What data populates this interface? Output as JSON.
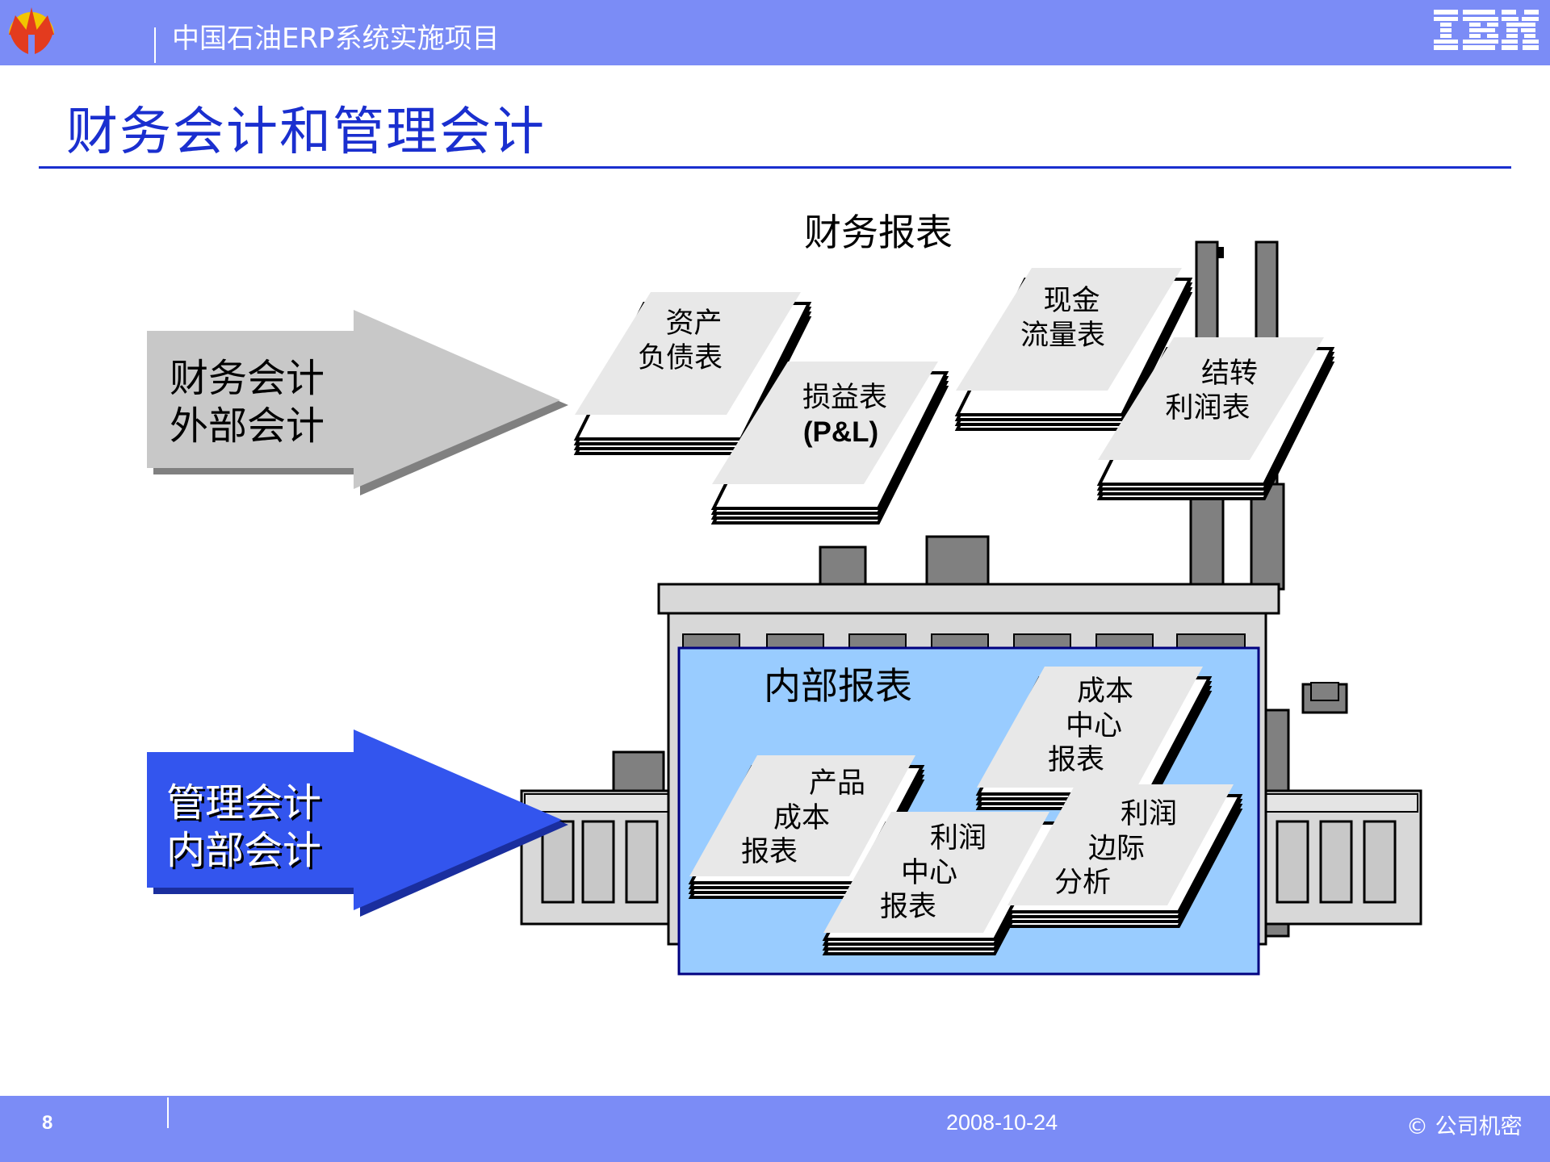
{
  "header": {
    "project_title": "中国石油ERP系统实施项目",
    "logo_left": "cnpc-logo",
    "logo_right": "ibm-logo"
  },
  "title": "财务会计和管理会计",
  "diagram": {
    "external_reports": {
      "heading": "财务报表",
      "items": [
        {
          "line1": "资产",
          "line2": "负债表"
        },
        {
          "line1": "损益表",
          "line2": "(P&L)"
        },
        {
          "line1": "现金",
          "line2": "流量表"
        },
        {
          "line1": "结转",
          "line2": "利润表"
        }
      ]
    },
    "internal_reports": {
      "heading": "内部报表",
      "items": [
        {
          "line1": "产品",
          "line2": "成本",
          "line3": "报表"
        },
        {
          "line1": "成本",
          "line2": "中心",
          "line3": "报表"
        },
        {
          "line1": "利润",
          "line2": "中心",
          "line3": "报表"
        },
        {
          "line1": "利润",
          "line2": "边际",
          "line3": "分析"
        }
      ]
    },
    "arrow_financial": {
      "line1": "财务会计",
      "line2": "外部会计"
    },
    "arrow_management": {
      "line1": "管理会计",
      "line2": "内部会计"
    }
  },
  "colors": {
    "header_bar": "#7B8CF6",
    "title": "#1A2FCF",
    "arrow_gray": "#C8C8C8",
    "arrow_blue": "#3355EE",
    "internal_panel": "#99CCFF",
    "factory_gray": "#D8D8D8",
    "chimney_gray": "#808080"
  },
  "footer": {
    "page_number": "8",
    "date": "2008-10-24",
    "confidential": "© 公司机密"
  }
}
